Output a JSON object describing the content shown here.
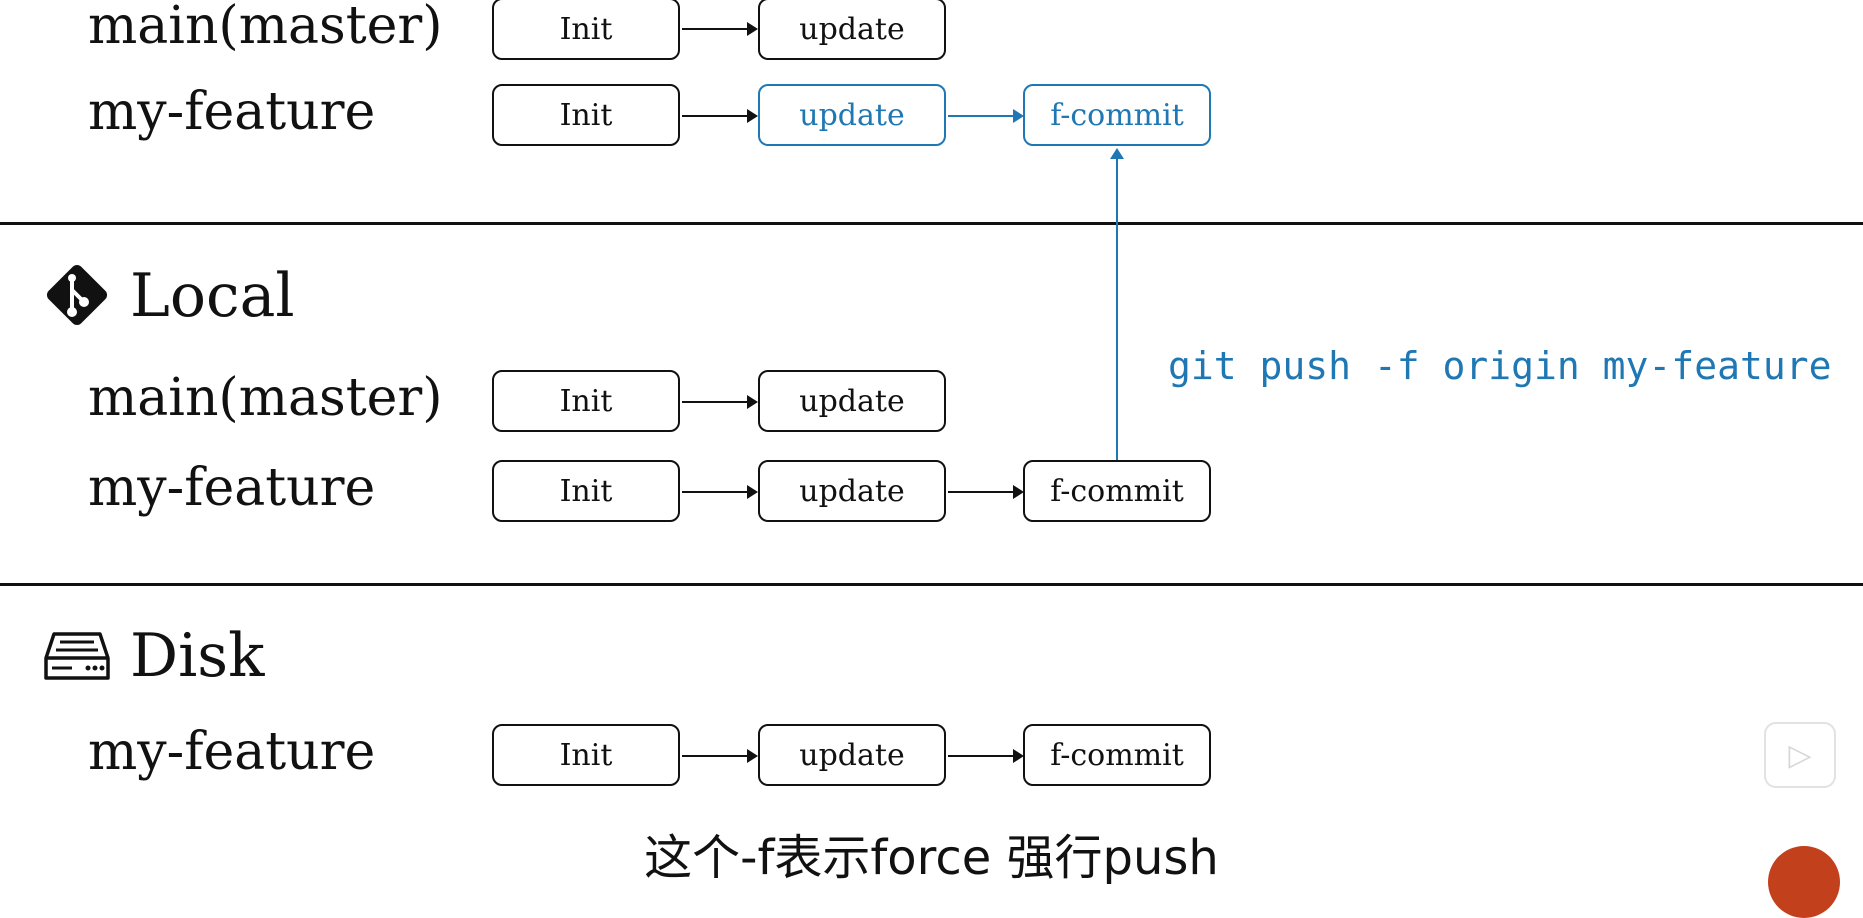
{
  "remote": {
    "main_label": "main(master)",
    "feature_label": "my-feature",
    "main_commits": [
      "Init",
      "update"
    ],
    "feature_commits": [
      "Init",
      "update",
      "f-commit"
    ]
  },
  "local": {
    "title": "Local",
    "icon": "git-icon",
    "main_label": "main(master)",
    "feature_label": "my-feature",
    "main_commits": [
      "Init",
      "update"
    ],
    "feature_commits": [
      "Init",
      "update",
      "f-commit"
    ]
  },
  "disk": {
    "title": "Disk",
    "icon": "hard-drive-icon",
    "feature_label": "my-feature",
    "feature_commits": [
      "Init",
      "update",
      "f-commit"
    ]
  },
  "command": "git push -f origin my-feature",
  "subtitle": "这个-f表示force 强行push",
  "colors": {
    "highlight": "#1f78b4",
    "text": "#111111"
  },
  "overlay": {
    "play_icon": "play-icon"
  }
}
